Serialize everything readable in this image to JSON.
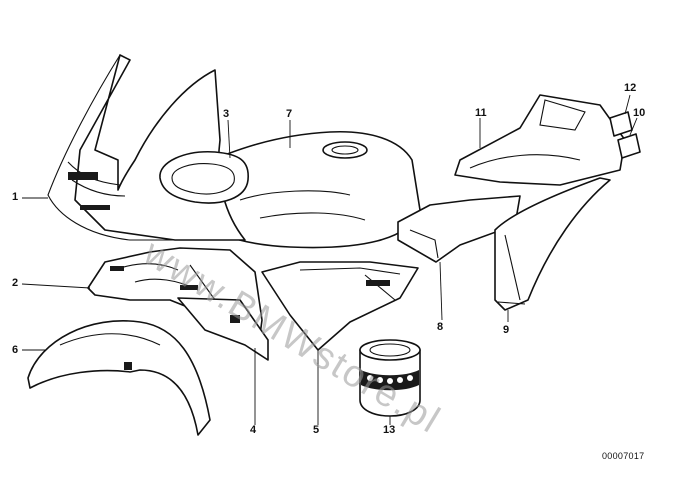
{
  "diagram": {
    "callouts": [
      "1",
      "2",
      "3",
      "4",
      "5",
      "6",
      "7",
      "8",
      "9",
      "10",
      "11",
      "12",
      "13"
    ],
    "reference_code": "00007017",
    "watermark": "www.BMWstore.pl"
  }
}
